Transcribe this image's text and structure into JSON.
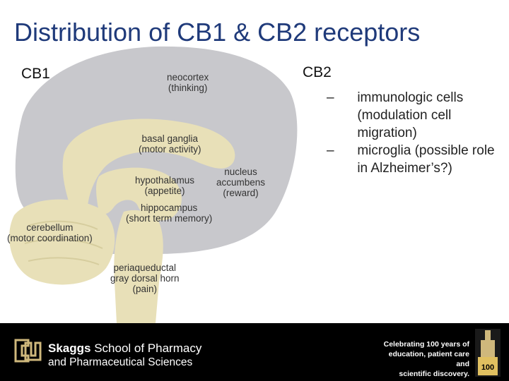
{
  "slide": {
    "title": "Distribution of CB1 & CB2 receptors"
  },
  "cb1": {
    "heading": "CB1",
    "regions": [
      {
        "line1": "neocortex",
        "line2": "(thinking)"
      },
      {
        "line1": "basal ganglia",
        "line2": "(motor activity)"
      },
      {
        "line1": "hypothalamus",
        "line2": "(appetite)"
      },
      {
        "line1": "nucleus",
        "line2": "accumbens",
        "line3": "(reward)"
      },
      {
        "line1": "hippocampus",
        "line2": "(short term memory)"
      },
      {
        "line1": "cerebellum",
        "line2": "(motor coordination)"
      },
      {
        "line1": "periaqueductal",
        "line2": "gray dorsal horn",
        "line3": "(pain)"
      }
    ]
  },
  "cb2": {
    "heading": "CB2",
    "bullets": [
      {
        "dash": "–",
        "text": "immunologic cells (modulation cell migration)"
      },
      {
        "dash": "–",
        "text": "microglia (possible role in Alzheimer’s?)"
      }
    ]
  },
  "footer": {
    "school_bold": "Skaggs",
    "school_rest": " School of Pharmacy",
    "school_line2": "and Pharmaceutical Sciences",
    "celebrate_lines": [
      "Celebrating 100 years of",
      "education, patient care and",
      "scientific discovery."
    ],
    "badge_number": "100",
    "logo_icon": "cu-logo-icon",
    "building_icon": "old-main-building-icon"
  },
  "colors": {
    "title": "#1f3a7a",
    "brain_gray": "#c8c8cc",
    "brain_tan": "#e8e0b8",
    "footer_bg": "#000000",
    "logo_gold": "#cfb87c"
  }
}
